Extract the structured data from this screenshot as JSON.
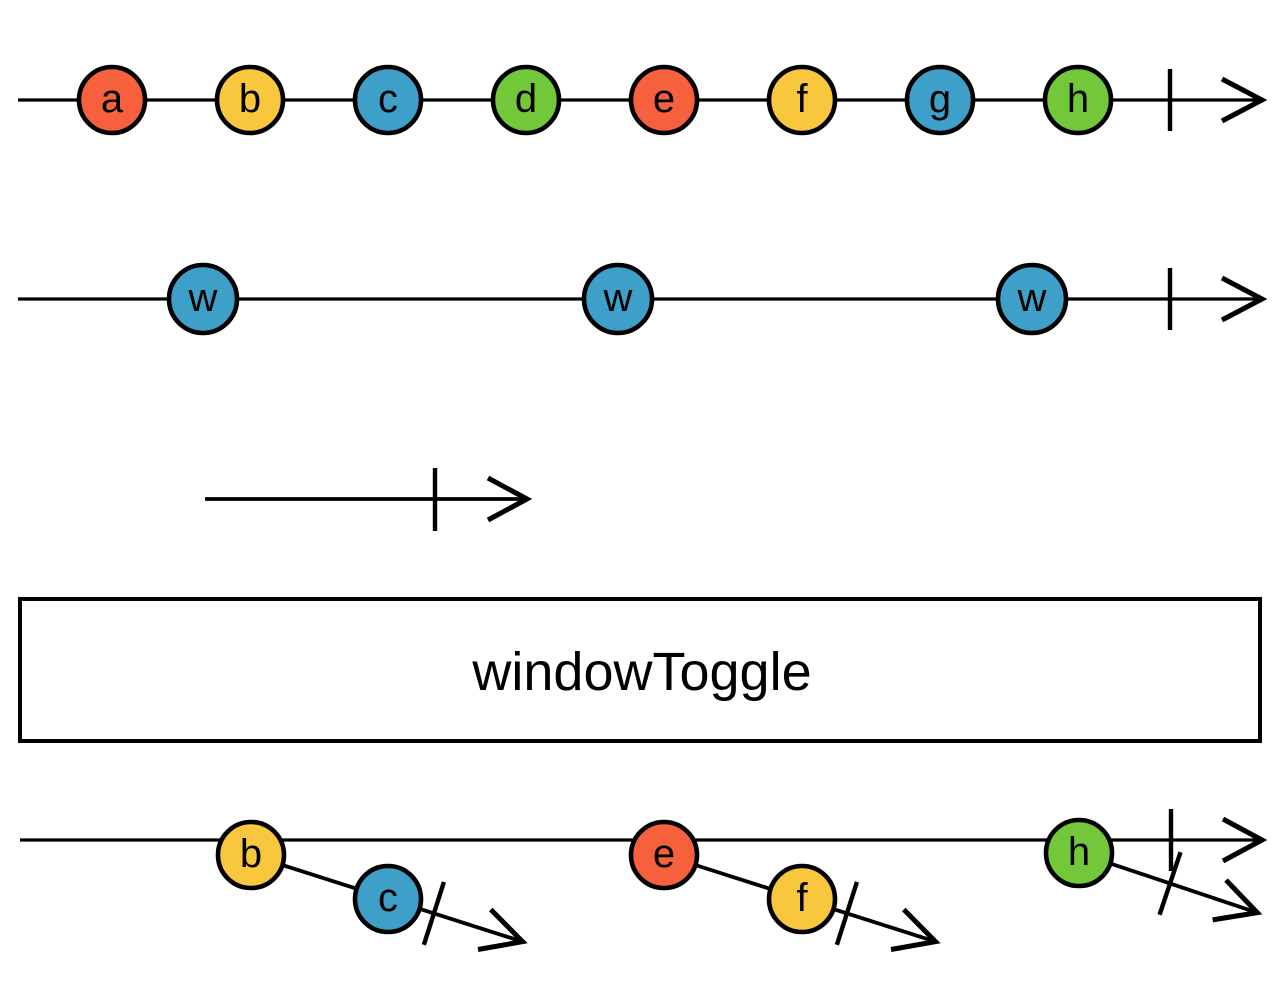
{
  "diagram": {
    "kind": "marble-diagram",
    "operator": {
      "label": "windowToggle"
    },
    "palette": {
      "red": "#f6603d",
      "yellow": "#f8c73d",
      "blue": "#3e9fc9",
      "green": "#73c839",
      "stroke": "#000000",
      "background": "#ffffff"
    },
    "source": {
      "marbles": [
        {
          "label": "a",
          "color": "#f6603d"
        },
        {
          "label": "b",
          "color": "#f8c73d"
        },
        {
          "label": "c",
          "color": "#3e9fc9"
        },
        {
          "label": "d",
          "color": "#73c839"
        },
        {
          "label": "e",
          "color": "#f6603d"
        },
        {
          "label": "f",
          "color": "#f8c73d"
        },
        {
          "label": "g",
          "color": "#3e9fc9"
        },
        {
          "label": "h",
          "color": "#73c839"
        }
      ]
    },
    "openings": {
      "marbles": [
        {
          "label": "w",
          "color": "#3e9fc9"
        },
        {
          "label": "w",
          "color": "#3e9fc9"
        },
        {
          "label": "w",
          "color": "#3e9fc9"
        }
      ]
    },
    "output": {
      "windows": [
        {
          "opener": {
            "label": "b",
            "color": "#f8c73d"
          },
          "items": [
            {
              "label": "c",
              "color": "#3e9fc9"
            }
          ]
        },
        {
          "opener": {
            "label": "e",
            "color": "#f6603d"
          },
          "items": [
            {
              "label": "f",
              "color": "#f8c73d"
            }
          ]
        },
        {
          "opener": {
            "label": "h",
            "color": "#73c839"
          },
          "items": []
        }
      ]
    }
  }
}
